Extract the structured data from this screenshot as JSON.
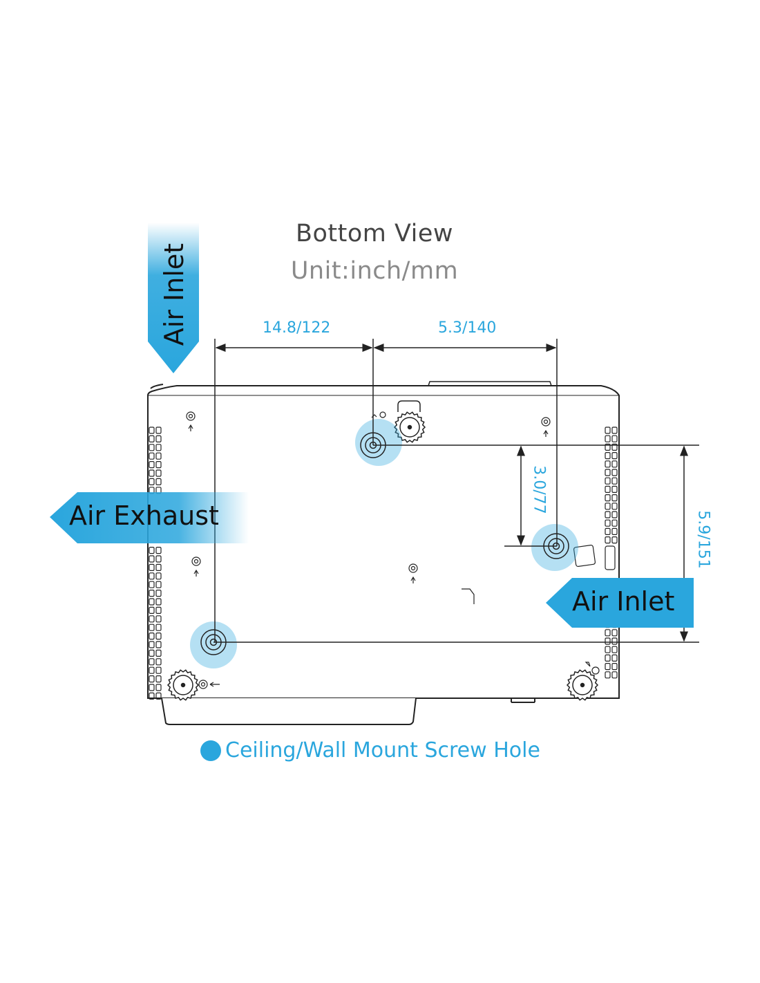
{
  "header": {
    "title": "Bottom View",
    "unit": "Unit:inch/mm"
  },
  "dimensions": {
    "top_left": "14.8/122",
    "top_right": "5.3/140",
    "vertical_inner": "3.0/77",
    "vertical_outer": "5.9/151"
  },
  "labels": {
    "air_inlet_top": "Air Inlet",
    "air_exhaust": "Air Exhaust",
    "air_inlet_right": "Air Inlet"
  },
  "legend": {
    "label": "Ceiling/Wall Mount Screw Hole",
    "color": "#2aa6dd"
  },
  "colors": {
    "accent": "#2aa6dd",
    "outline": "#222222"
  }
}
